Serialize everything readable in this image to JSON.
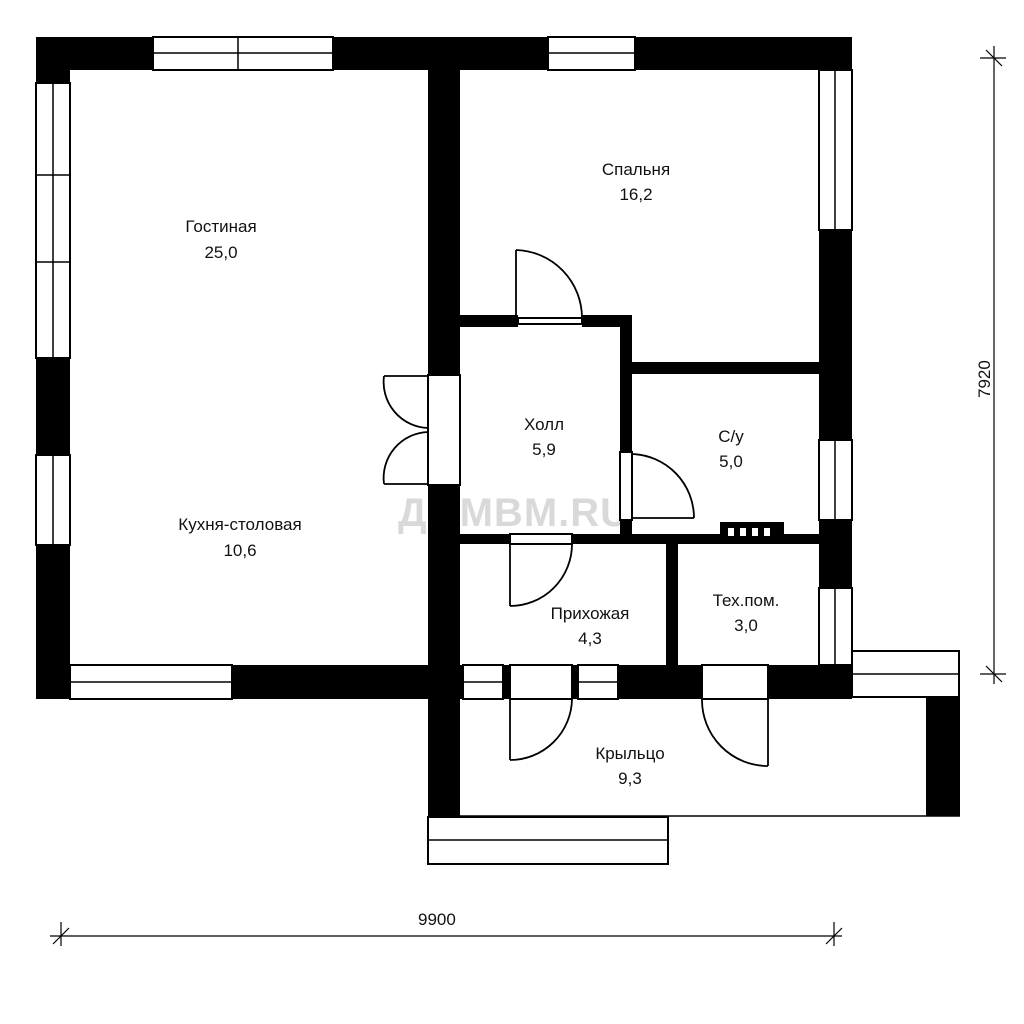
{
  "rooms": {
    "living": {
      "name": "Гостиная",
      "area": "25,0"
    },
    "bedroom": {
      "name": "Спальня",
      "area": "16,2"
    },
    "hall": {
      "name": "Холл",
      "area": "5,9"
    },
    "bathroom": {
      "name": "С/у",
      "area": "5,0"
    },
    "kitchen": {
      "name": "Кухня-столовая",
      "area": "10,6"
    },
    "entry": {
      "name": "Прихожая",
      "area": "4,3"
    },
    "tech": {
      "name": "Тех.пом.",
      "area": "3,0"
    },
    "porch": {
      "name": "Крыльцо",
      "area": "9,3"
    }
  },
  "dimensions": {
    "width": "9900",
    "height": "7920"
  },
  "watermark": "ДОМВМ.RU",
  "colors": {
    "wall": "#000000",
    "background": "#ffffff",
    "watermark": "#d9d9d9"
  }
}
